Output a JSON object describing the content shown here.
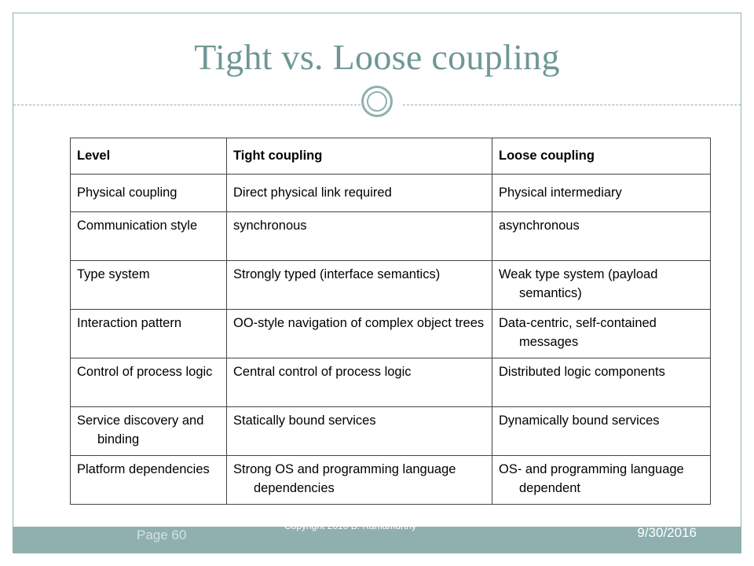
{
  "slide": {
    "title": "Tight vs. Loose coupling"
  },
  "table": {
    "headers": [
      "Level",
      "Tight coupling",
      "Loose coupling"
    ],
    "rows": [
      [
        "Physical coupling",
        "Direct physical link required",
        "Physical intermediary"
      ],
      [
        "Communication style",
        "synchronous",
        "asynchronous"
      ],
      [
        "Type system",
        "Strongly typed (interface semantics)",
        "Weak type system (payload semantics)"
      ],
      [
        "Interaction pattern",
        "OO-style navigation of complex object trees",
        "Data-centric, self-contained messages"
      ],
      [
        "Control of process logic",
        "Central control of process logic",
        "Distributed logic components"
      ],
      [
        "Service discovery and binding",
        "Statically bound services",
        "Dynamically bound services"
      ],
      [
        "Platform dependencies",
        "Strong OS and programming language dependencies",
        "OS- and programming language dependent"
      ]
    ]
  },
  "footer": {
    "page": "Page 60",
    "copyright": "Copyright 2010 B. Ramamurthy",
    "date": "9/30/2016"
  },
  "colors": {
    "accent": "#8fb0ae",
    "title": "#6e9794"
  }
}
